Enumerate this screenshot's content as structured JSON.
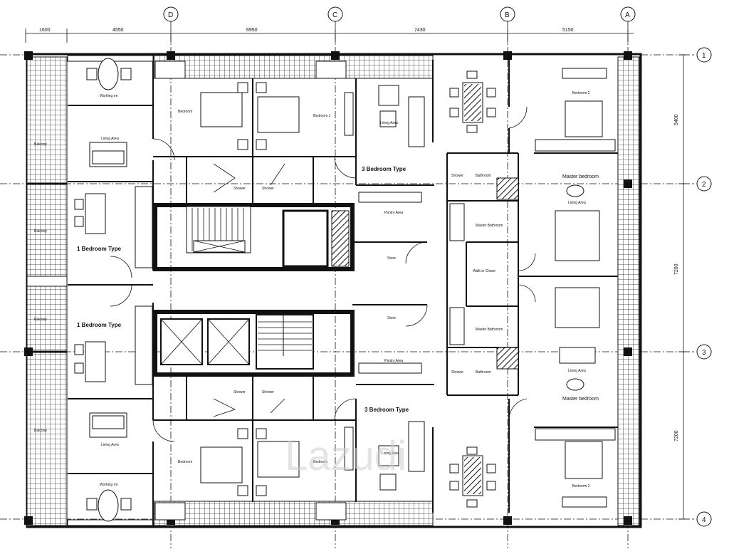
{
  "dimensions": [
    "1600",
    "4550",
    "6950",
    "7430",
    "5150"
  ],
  "column_axes": [
    "D",
    "C",
    "B",
    "A"
  ],
  "row_axes": [
    "1",
    "2",
    "3",
    "4"
  ],
  "side_dimensions": [
    "5400",
    "7200",
    "7200"
  ],
  "unit_types": {
    "one_bed_top": "1 Bedroom Type",
    "one_bed_bottom": "1 Bedroom Type",
    "three_bed_top": "3 Bedroom Type",
    "three_bed_bottom": "3 Bedroom Type"
  },
  "rooms": {
    "working_top": "Working rm",
    "working_bottom": "Working rm",
    "living_left_top": "Living Area",
    "living_left_bottom": "Living Area",
    "balcony_1": "Balcony",
    "balcony_2": "Balcony",
    "balcony_3": "Balcony",
    "balcony_4": "Balcony",
    "bedroom_top_left": "Bedroom",
    "bedroom_top_right": "Bedroom 1",
    "bedroom_bottom_left": "Bedroom",
    "bedroom_bottom_right": "Bedroom",
    "shower_1": "Shower",
    "shower_2": "Shower",
    "shower_3": "Shower",
    "shower_4": "Shower",
    "living_mid_top": "Living Area",
    "living_mid_bottom": "Living Area",
    "pantry_top": "Pantry Area",
    "pantry_bottom": "Pantry Area",
    "store_top": "Store",
    "store_bottom": "Store",
    "bedroom2_top": "Bedroom 2",
    "bedroom2_bottom": "Bedroom 2",
    "master_top": "Master bedroom",
    "master_bottom": "Master bedroom",
    "living_right_top": "Living Area",
    "living_right_bottom": "Living Area",
    "shower_r1": "Shower",
    "shower_r2": "Shower",
    "bathroom_r1": "Bathroom",
    "bathroom_r2": "Bathroom",
    "master_bath_top": "Master Bathroom",
    "master_bath_bottom": "Master Bathroom",
    "walkin": "Walk in Closet"
  },
  "watermark": "Lazudi"
}
